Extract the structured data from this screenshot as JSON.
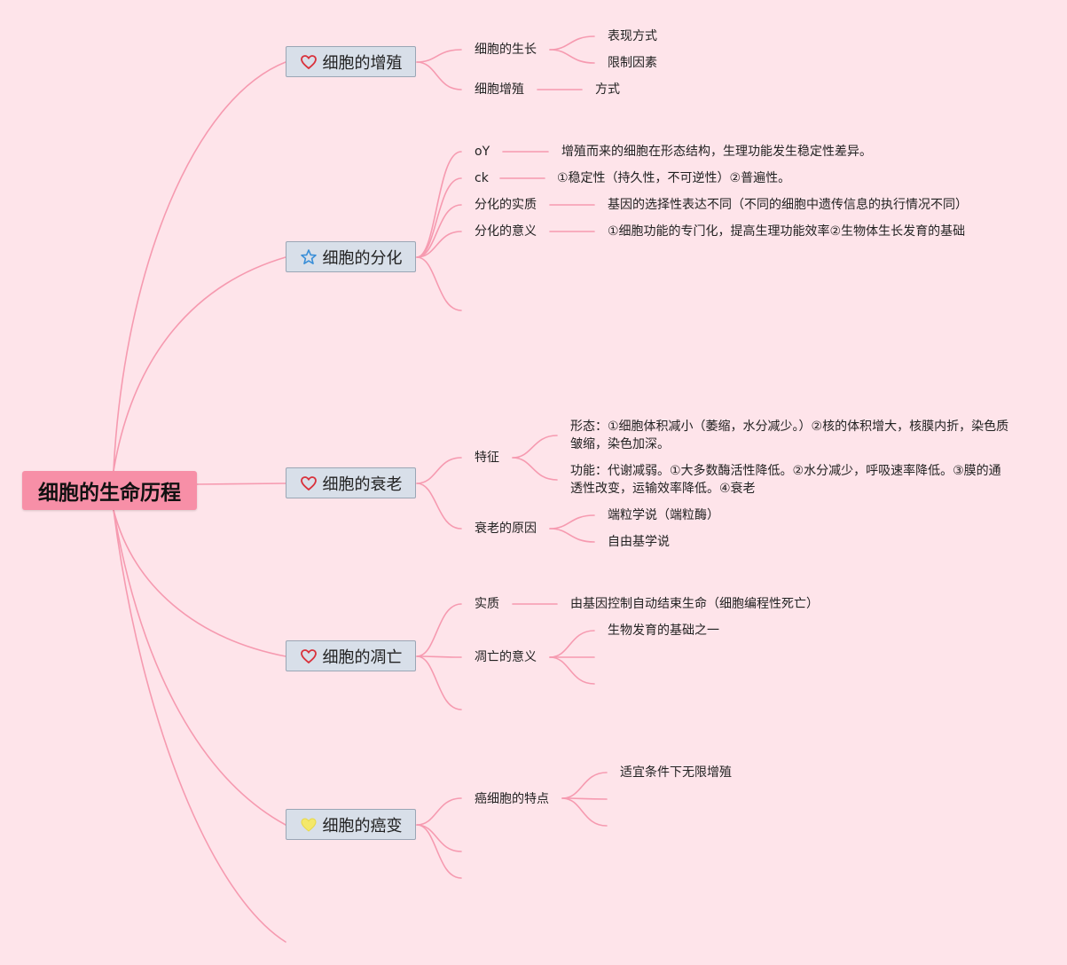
{
  "root": {
    "label": "细胞的生命历程"
  },
  "branches": [
    {
      "label": "细胞的增殖",
      "icon": "heart-outline-icon",
      "topics": [
        {
          "label": "细胞的生长",
          "leaves": [
            "表现方式",
            "限制因素"
          ]
        },
        {
          "label": "细胞增殖",
          "leaves": [
            "方式"
          ]
        }
      ]
    },
    {
      "label": "细胞的分化",
      "icon": "star-outline-icon",
      "topics": [
        {
          "label": "oY",
          "leaves": [
            "增殖而来的细胞在形态结构，生理功能发生稳定性差异。"
          ]
        },
        {
          "label": "ck",
          "leaves": [
            "①稳定性（持久性，不可逆性）②普遍性。"
          ]
        },
        {
          "label": "分化的实质",
          "leaves": [
            "基因的选择性表达不同（不同的细胞中遗传信息的执行情况不同）"
          ]
        },
        {
          "label": "分化的意义",
          "leaves": [
            "①细胞功能的专门化，提高生理功能效率②生物体生长发育的基础"
          ]
        }
      ]
    },
    {
      "label": "细胞的衰老",
      "icon": "heart-outline-icon",
      "topics": [
        {
          "label": "特征",
          "leaves": [
            "形态：①细胞体积减小（萎缩，水分减少。）②核的体积增大，核膜内折，染色质皱缩，染色加深。",
            "功能：代谢减弱。①大多数酶活性降低。②水分减少，呼吸速率降低。③膜的通透性改变，运输效率降低。④衰老"
          ]
        },
        {
          "label": "衰老的原因",
          "leaves": [
            "端粒学说（端粒酶）",
            "自由基学说"
          ]
        }
      ]
    },
    {
      "label": "细胞的凋亡",
      "icon": "heart-outline-icon",
      "topics": [
        {
          "label": "实质",
          "leaves": [
            "由基因控制自动结束生命（细胞编程性死亡）"
          ]
        },
        {
          "label": "凋亡的意义",
          "leaves": [
            "生物发育的基础之一"
          ]
        }
      ]
    },
    {
      "label": "细胞的癌变",
      "icon": "yellow-heart-icon",
      "topics": [
        {
          "label": "癌细胞的特点",
          "leaves": [
            "适宜条件下无限增殖"
          ]
        }
      ]
    }
  ],
  "colors": {
    "background": "#fee4ea",
    "connector": "#f69ab0",
    "root": "#f78fa7",
    "branch": "#d8dfe9",
    "heart": "#d9323c",
    "star": "#3a8fd8",
    "yellow": "#f4e86a"
  }
}
